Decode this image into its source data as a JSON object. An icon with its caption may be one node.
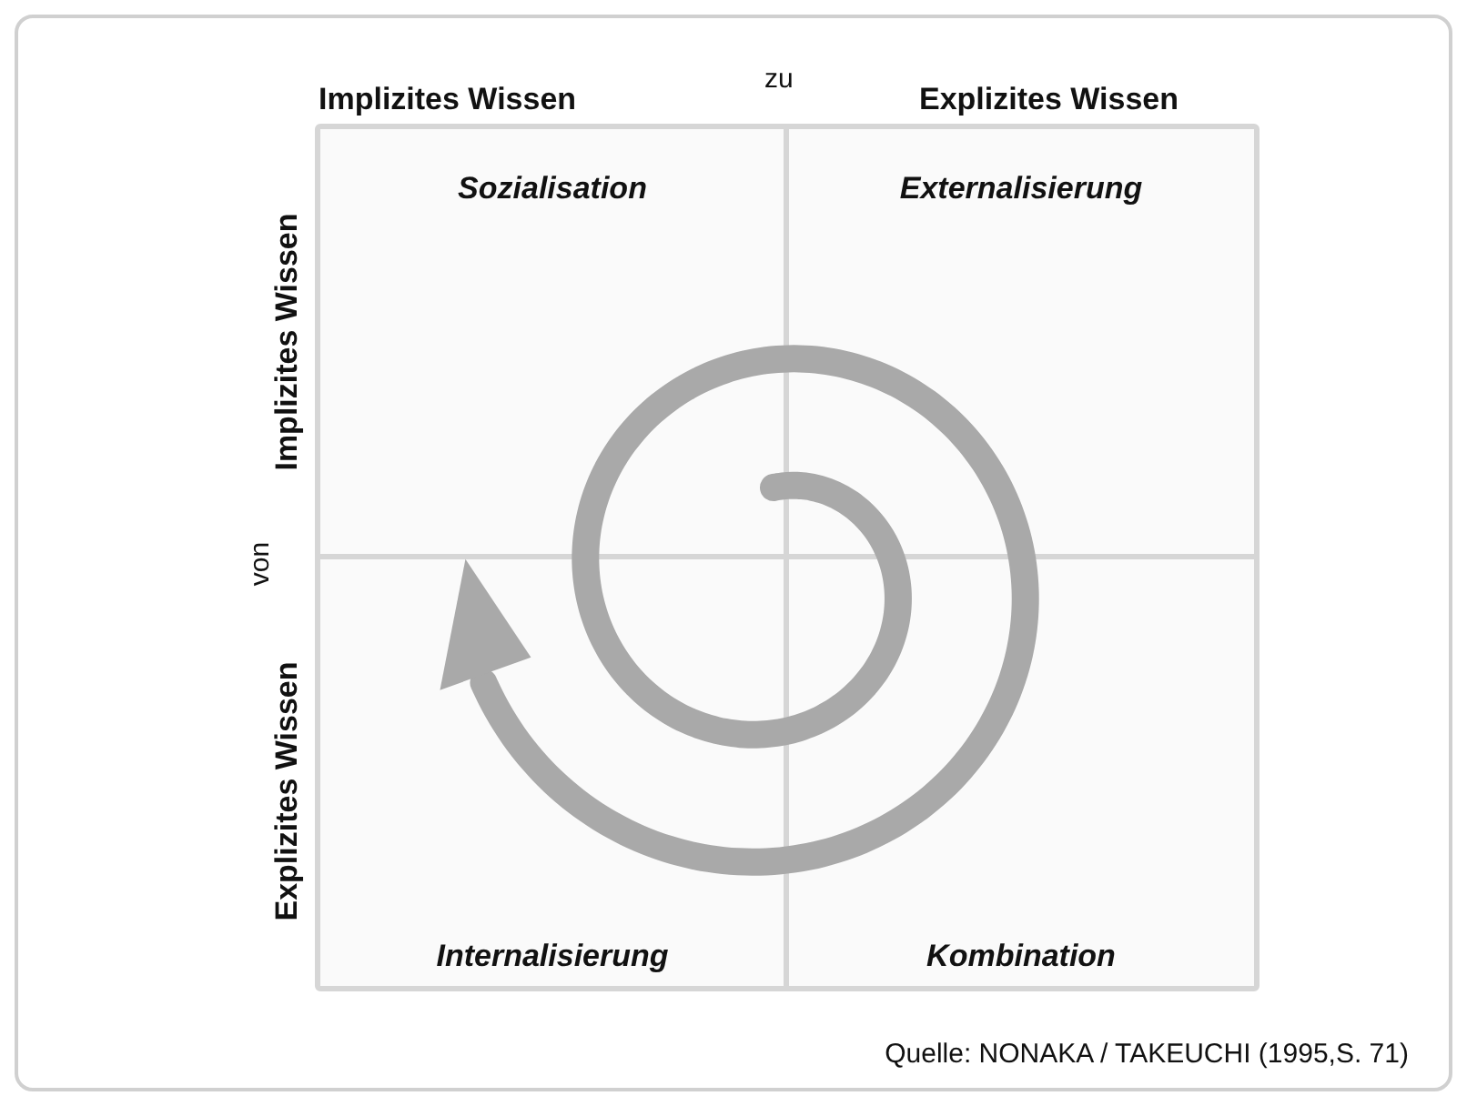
{
  "diagram": {
    "caption": "Quelle: NONAKA / TAKEUCHI (1995,S. 71)",
    "nodes": [
      {
        "text": [
          "Sozialisation"
        ]
      },
      {
        "text": [
          "Externalisierung"
        ]
      },
      {
        "text": [
          "Internalisierung"
        ]
      },
      {
        "text": [
          "Kombination"
        ]
      }
    ],
    "labels": [
      "zu",
      "Implizites Wissen",
      "Explizites Wissen",
      "von",
      "Implizites Wissen",
      "Explizites Wissen"
    ]
  }
}
